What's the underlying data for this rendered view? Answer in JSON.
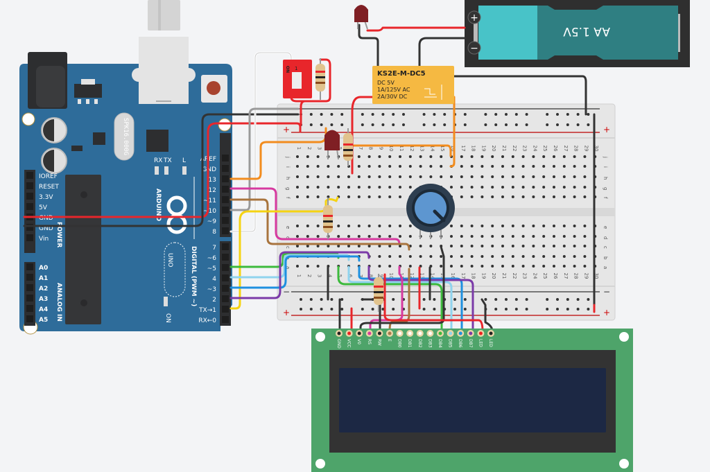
{
  "canvas": {
    "background": "#f3f4f6"
  },
  "arduino": {
    "board_color": "#2e6c9a",
    "brand": "ARDUINO",
    "model": "UNO",
    "crystal": "SPK16.000G",
    "power_header_title": "POWER",
    "analog_header_title": "ANALOG IN",
    "digital_header_title": "DIGITAL (PWM ~)",
    "power_pins": [
      "IOREF",
      "RESET",
      "3.3V",
      "5V",
      "GND",
      "GND",
      "Vin"
    ],
    "analog_pins": [
      "A0",
      "A1",
      "A2",
      "A3",
      "A4",
      "A5"
    ],
    "digital_top_pins": [
      "AREF",
      "GND",
      "13",
      "12",
      "~11",
      "~10",
      "~9",
      "8"
    ],
    "digital_bottom_pins": [
      "7",
      "~6",
      "~5",
      "4",
      "~3",
      "2",
      "TX→1",
      "RX←0"
    ],
    "leds": [
      "RX",
      "TX",
      "L"
    ],
    "on_label": "ON"
  },
  "relay": {
    "part": "KS2E-M-DC5",
    "line1": "DC 5V",
    "line2": "1A/125V AC",
    "line3": "2A/30V DC",
    "color": "#f5b942"
  },
  "battery": {
    "label": "AA 1.5V",
    "plus": "+",
    "minus": "−"
  },
  "dip_switch": {
    "on_label": "ON",
    "position_label": "1"
  },
  "breadboard": {
    "columns": [
      "1",
      "2",
      "3",
      "4",
      "5",
      "6",
      "7",
      "8",
      "9",
      "10",
      "11",
      "12",
      "13",
      "14",
      "15",
      "16",
      "17",
      "18",
      "19",
      "20",
      "21",
      "22",
      "23",
      "24",
      "25",
      "26",
      "27",
      "28",
      "29",
      "30"
    ],
    "rows_top": [
      "j",
      "i",
      "h",
      "g",
      "f"
    ],
    "rows_bottom": [
      "e",
      "d",
      "c",
      "b",
      "a"
    ],
    "rail_plus": "+",
    "rail_minus": "−"
  },
  "lcd": {
    "pins": [
      "GND",
      "VCC",
      "V0",
      "RS",
      "RW",
      "E",
      "DB0",
      "DB1",
      "DB2",
      "DB3",
      "DB4",
      "DB5",
      "DB6",
      "DB7",
      "LED",
      "LED"
    ],
    "pin_wire_colors": [
      "#222",
      "#e22",
      "#222",
      "#d63aa0",
      "#222",
      "#a87a4a",
      "#fff",
      "#fff",
      "#fff",
      "#fff",
      "#3cba3c",
      "#8fd3ee",
      "#1e90e0",
      "#7b3aa8",
      "#e22",
      "#222"
    ],
    "board_color": "#4ea46a",
    "screen_color": "#1c2844"
  },
  "wire_colors": {
    "red": "#e8262b",
    "black": "#333333",
    "orange": "#f28c1e",
    "magenta": "#d63aa0",
    "brown": "#a8743e",
    "gray": "#9a9a9a",
    "white": "#ffffff",
    "yellow": "#f5d312",
    "green": "#3cba3c",
    "light_blue": "#8fd3ee",
    "blue": "#1e90e0",
    "purple": "#7b3aa8"
  }
}
